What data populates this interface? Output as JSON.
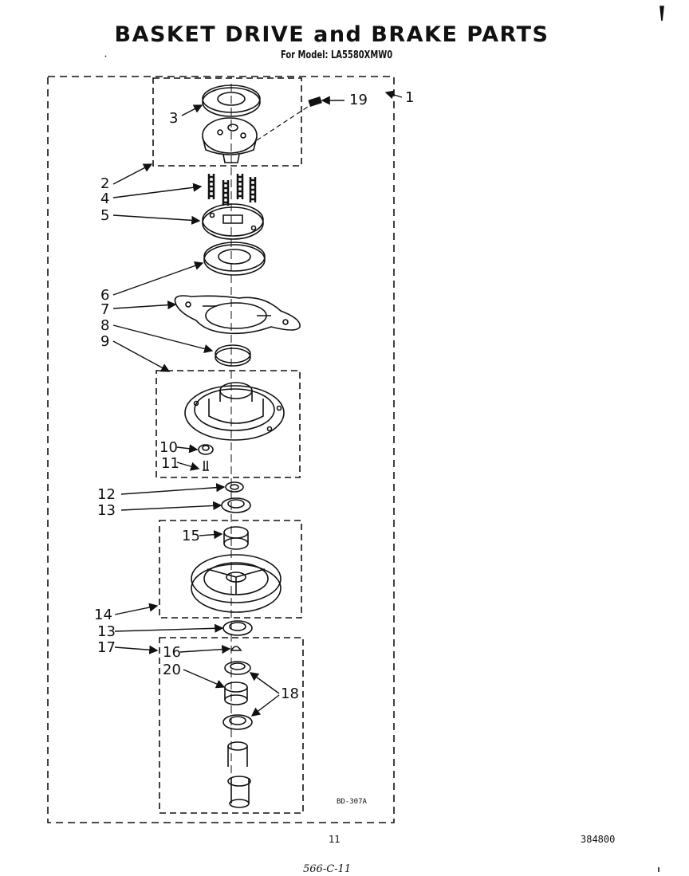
{
  "header": {
    "title": "BASKET DRIVE and BRAKE PARTS",
    "subtitle": "For Model: LA5580XMW0"
  },
  "callouts": [
    "1",
    "2",
    "3",
    "4",
    "5",
    "6",
    "7",
    "8",
    "9",
    "10",
    "11",
    "12",
    "13",
    "13",
    "14",
    "15",
    "16",
    "17",
    "18",
    "19",
    "20"
  ],
  "footer": {
    "diagram_code": "BD-307A",
    "page_number": "11",
    "document_number": "384800",
    "handwritten_note": "566-C-11"
  }
}
